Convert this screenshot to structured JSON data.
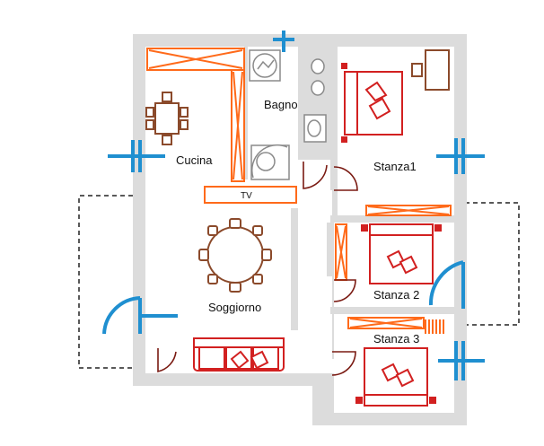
{
  "rooms": {
    "cucina": "Cucina",
    "bagno": "Bagno",
    "stanza1": "Stanza1",
    "stanza2": "Stanza 2",
    "stanza3": "Stanza 3",
    "soggiorno": "Soggiorno"
  },
  "fixtures": {
    "tv": "TV"
  },
  "colors": {
    "walls": "#dcdcdc",
    "furniture_wood": "#8b4a2b",
    "furniture_red": "#d22020",
    "cabinets": "#ff6a1a",
    "windows": "#1f8fd0",
    "doors": "#7a1a12"
  }
}
